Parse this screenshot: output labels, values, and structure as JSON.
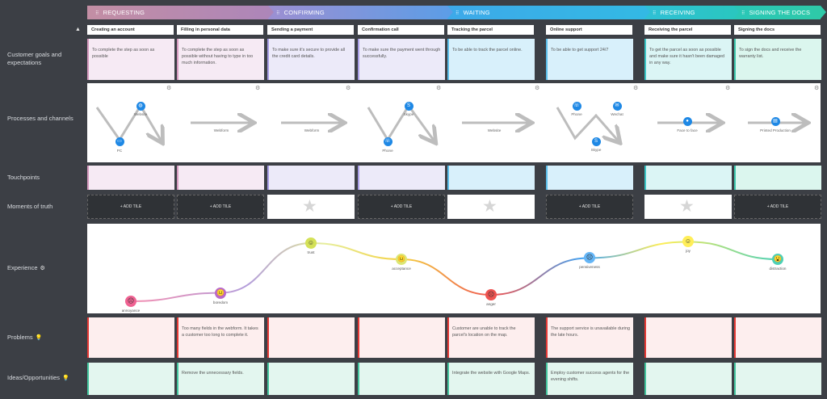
{
  "stages": [
    {
      "label": "REQUESTING",
      "color": "#b98aad"
    },
    {
      "label": "CONFIRMING",
      "color": "#7e96e0"
    },
    {
      "label": "WAITING",
      "color": "#38b0e7"
    },
    {
      "label": "RECEIVING",
      "color": "#2cc3cc"
    },
    {
      "label": "SIGNING THE DOCS",
      "color": "#2cc8b0"
    }
  ],
  "stage_grip": "⠿",
  "steps": [
    "Creating an account",
    "Filling in personal data",
    "Sending a payment",
    "Confirmation call",
    "Tracking the parcel",
    "Online support",
    "Receiving the parcel",
    "Signing the docs"
  ],
  "row_labels": {
    "goals": "Customer goals and expectations",
    "processes": "Processes and channels",
    "touchpoints": "Touchpoints",
    "moments": "Moments of truth",
    "experience": "Experience",
    "problems": "Problems",
    "ideas": "Ideas/Opportunities"
  },
  "row_icons": {
    "experience": "gear-icon",
    "problems": "bulb-icon",
    "ideas": "bulb-icon"
  },
  "goals": [
    "To complete the step as soon as possible",
    "To complete the step as soon as possible without having to type in too much information.",
    "To make sure it's secure to provide all the credit card details.",
    "To make sure the payment went through successfully.",
    "To be able to track the parcel online.",
    "To be able to get support 24/7",
    "To get the parcel as soon as possible and make sure it hasn't been damaged in any way.",
    "To sign the docs and receive the warranty list."
  ],
  "channels": [
    {
      "items": [
        {
          "label": "PC",
          "icon": "monitor-icon",
          "glyph": "▭"
        },
        {
          "label": "Website",
          "icon": "globe-icon",
          "glyph": "◍"
        }
      ]
    },
    {
      "items": [
        {
          "label": "Webform",
          "icon": "form-icon",
          "glyph": ""
        }
      ]
    },
    {
      "items": [
        {
          "label": "Webform",
          "icon": "form-icon",
          "glyph": ""
        }
      ]
    },
    {
      "items": [
        {
          "label": "Phone",
          "icon": "phone-icon",
          "glyph": "☏"
        },
        {
          "label": "Skype",
          "icon": "skype-icon",
          "glyph": "S"
        }
      ]
    },
    {
      "items": [
        {
          "label": "Website",
          "icon": "globe-icon",
          "glyph": ""
        }
      ]
    },
    {
      "items": [
        {
          "label": "Phone",
          "icon": "phone-icon",
          "glyph": "☏"
        },
        {
          "label": "Skype",
          "icon": "skype-icon",
          "glyph": "S"
        },
        {
          "label": "Wechat",
          "icon": "wechat-icon",
          "glyph": "✉"
        }
      ]
    },
    {
      "items": [
        {
          "label": "Face to face",
          "icon": "person-icon",
          "glyph": "●"
        }
      ]
    },
    {
      "items": [
        {
          "label": "Printed Production",
          "icon": "document-icon",
          "glyph": "▤"
        }
      ]
    }
  ],
  "moments": [
    "add",
    "add",
    "star",
    "add",
    "star",
    "add",
    "star",
    "add"
  ],
  "add_tile_label": "+ ADD TILE",
  "experience": {
    "points": [
      {
        "emotion": "annoyance",
        "level": 0.05,
        "color": "#f06292",
        "face": "☹"
      },
      {
        "emotion": "boredom",
        "level": 0.18,
        "color": "#ba68c8",
        "face": "😐"
      },
      {
        "emotion": "trust",
        "level": 0.95,
        "color": "#d4e157",
        "face": "☺"
      },
      {
        "emotion": "acceptance",
        "level": 0.7,
        "color": "#dce775",
        "face": "😐"
      },
      {
        "emotion": "anger",
        "level": 0.15,
        "color": "#ef5350",
        "face": "☹"
      },
      {
        "emotion": "pensiveness",
        "level": 0.72,
        "color": "#64b5f6",
        "face": "☹"
      },
      {
        "emotion": "joy",
        "level": 0.97,
        "color": "#ffee58",
        "face": "☺"
      },
      {
        "emotion": "distraction",
        "level": 0.7,
        "color": "#4dd0b5",
        "face": "😮"
      }
    ]
  },
  "problems": [
    "",
    "Too many fields in the webform. It takes a customer too long to complete it.",
    "",
    "",
    "Customer are unable to track the parcel's location on the map.",
    "The support service is unavailable during the late hours.",
    "",
    ""
  ],
  "ideas": [
    "",
    "Remove the unnecessary fields.",
    "",
    "",
    "Integrate the website with Google Maps.",
    "Employ customer success agents for the evening shifts.",
    "",
    ""
  ]
}
